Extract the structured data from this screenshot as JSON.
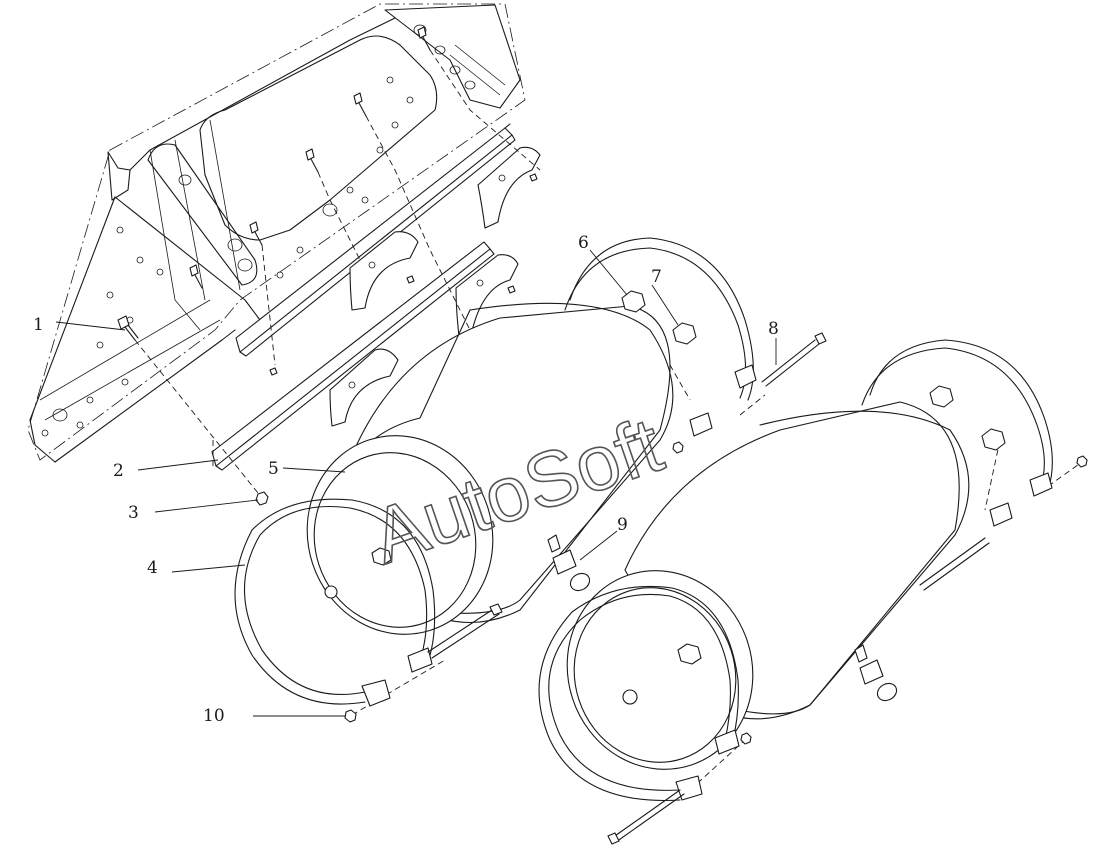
{
  "watermark": "AutoSoft",
  "callouts": [
    "1",
    "2",
    "3",
    "4",
    "5",
    "6",
    "7",
    "8",
    "9",
    "10"
  ],
  "parts": {
    "frame": "frame-rail",
    "bracket": "mounting-bracket",
    "tank_upper": "air-tank",
    "tank_lower": "air-tank",
    "strap": "tank-strap",
    "drain_valve": "drain-valve"
  }
}
